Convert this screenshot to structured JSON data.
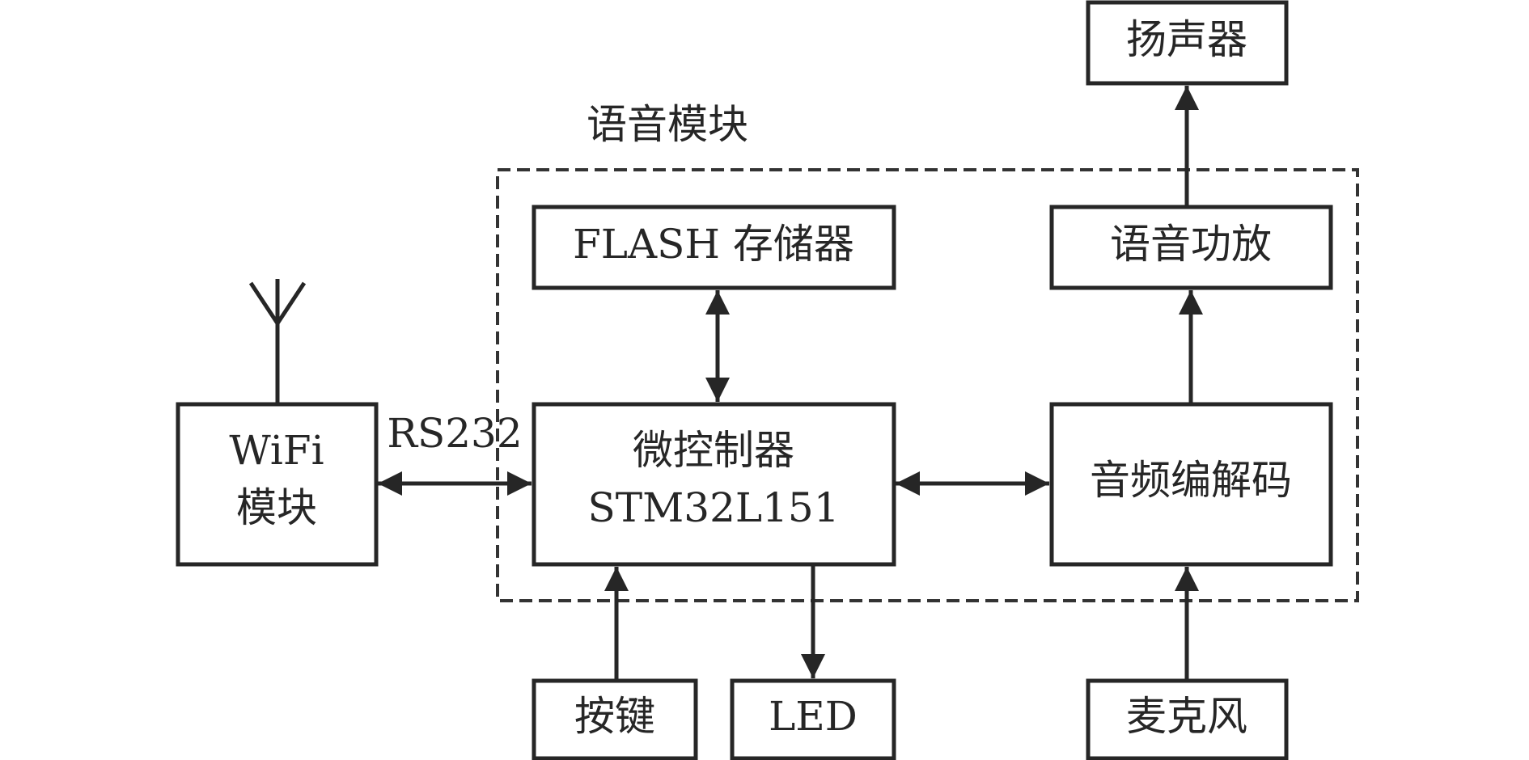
{
  "module_title": "语音模块",
  "blocks": {
    "speaker": "扬声器",
    "flash": "FLASH 存储器",
    "amp": "语音功放",
    "wifi": [
      "WiFi",
      "模块"
    ],
    "mcu": [
      "微控制器",
      "STM32L151"
    ],
    "codec": "音频编解码",
    "keys": "按键",
    "led": "LED",
    "mic": "麦克风"
  },
  "links": {
    "wifi_mcu": "RS232"
  },
  "colors": {
    "stroke": "#262626",
    "background": "#ffffff"
  }
}
